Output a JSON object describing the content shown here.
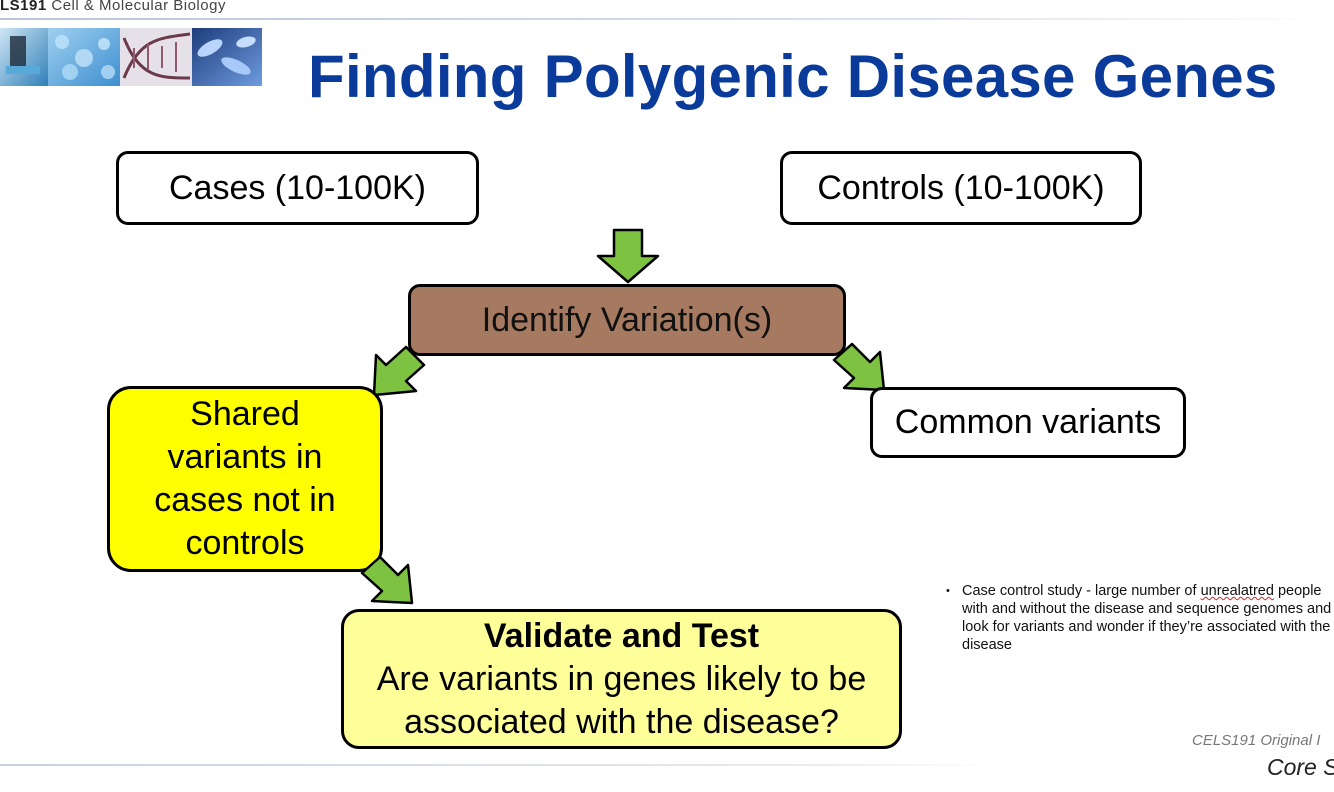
{
  "header": {
    "course_code": "LS191",
    "course_name": "Cell & Molecular Biology",
    "banner_icon": "cell-biology-banner"
  },
  "slide": {
    "title": "Finding Polygenic Disease Genes"
  },
  "diagram": {
    "cases": "Cases (10-100K)",
    "controls": "Controls (10-100K)",
    "identify": "Identify Variation(s)",
    "shared": [
      "Shared",
      "variants in",
      "cases not in",
      "controls"
    ],
    "common": "Common variants",
    "validate_title": "Validate and Test",
    "validate_text": [
      "Are variants in genes likely to be",
      "associated with the disease?"
    ],
    "colors": {
      "identify_fill": "#a57a60",
      "shared_fill": "#ffff00",
      "validate_fill": "#ffff99",
      "arrow_fill": "#7dc241",
      "title_color": "#0a3a9a"
    }
  },
  "note": {
    "prefix": "Case control study - large number of ",
    "misspelled": "unrealatred",
    "suffix": " people with and without the disease and sequence genomes and look for variants and wonder if they’re associated with the disease"
  },
  "footer": {
    "credit": "CELS191 Original I",
    "core": "Core S"
  }
}
